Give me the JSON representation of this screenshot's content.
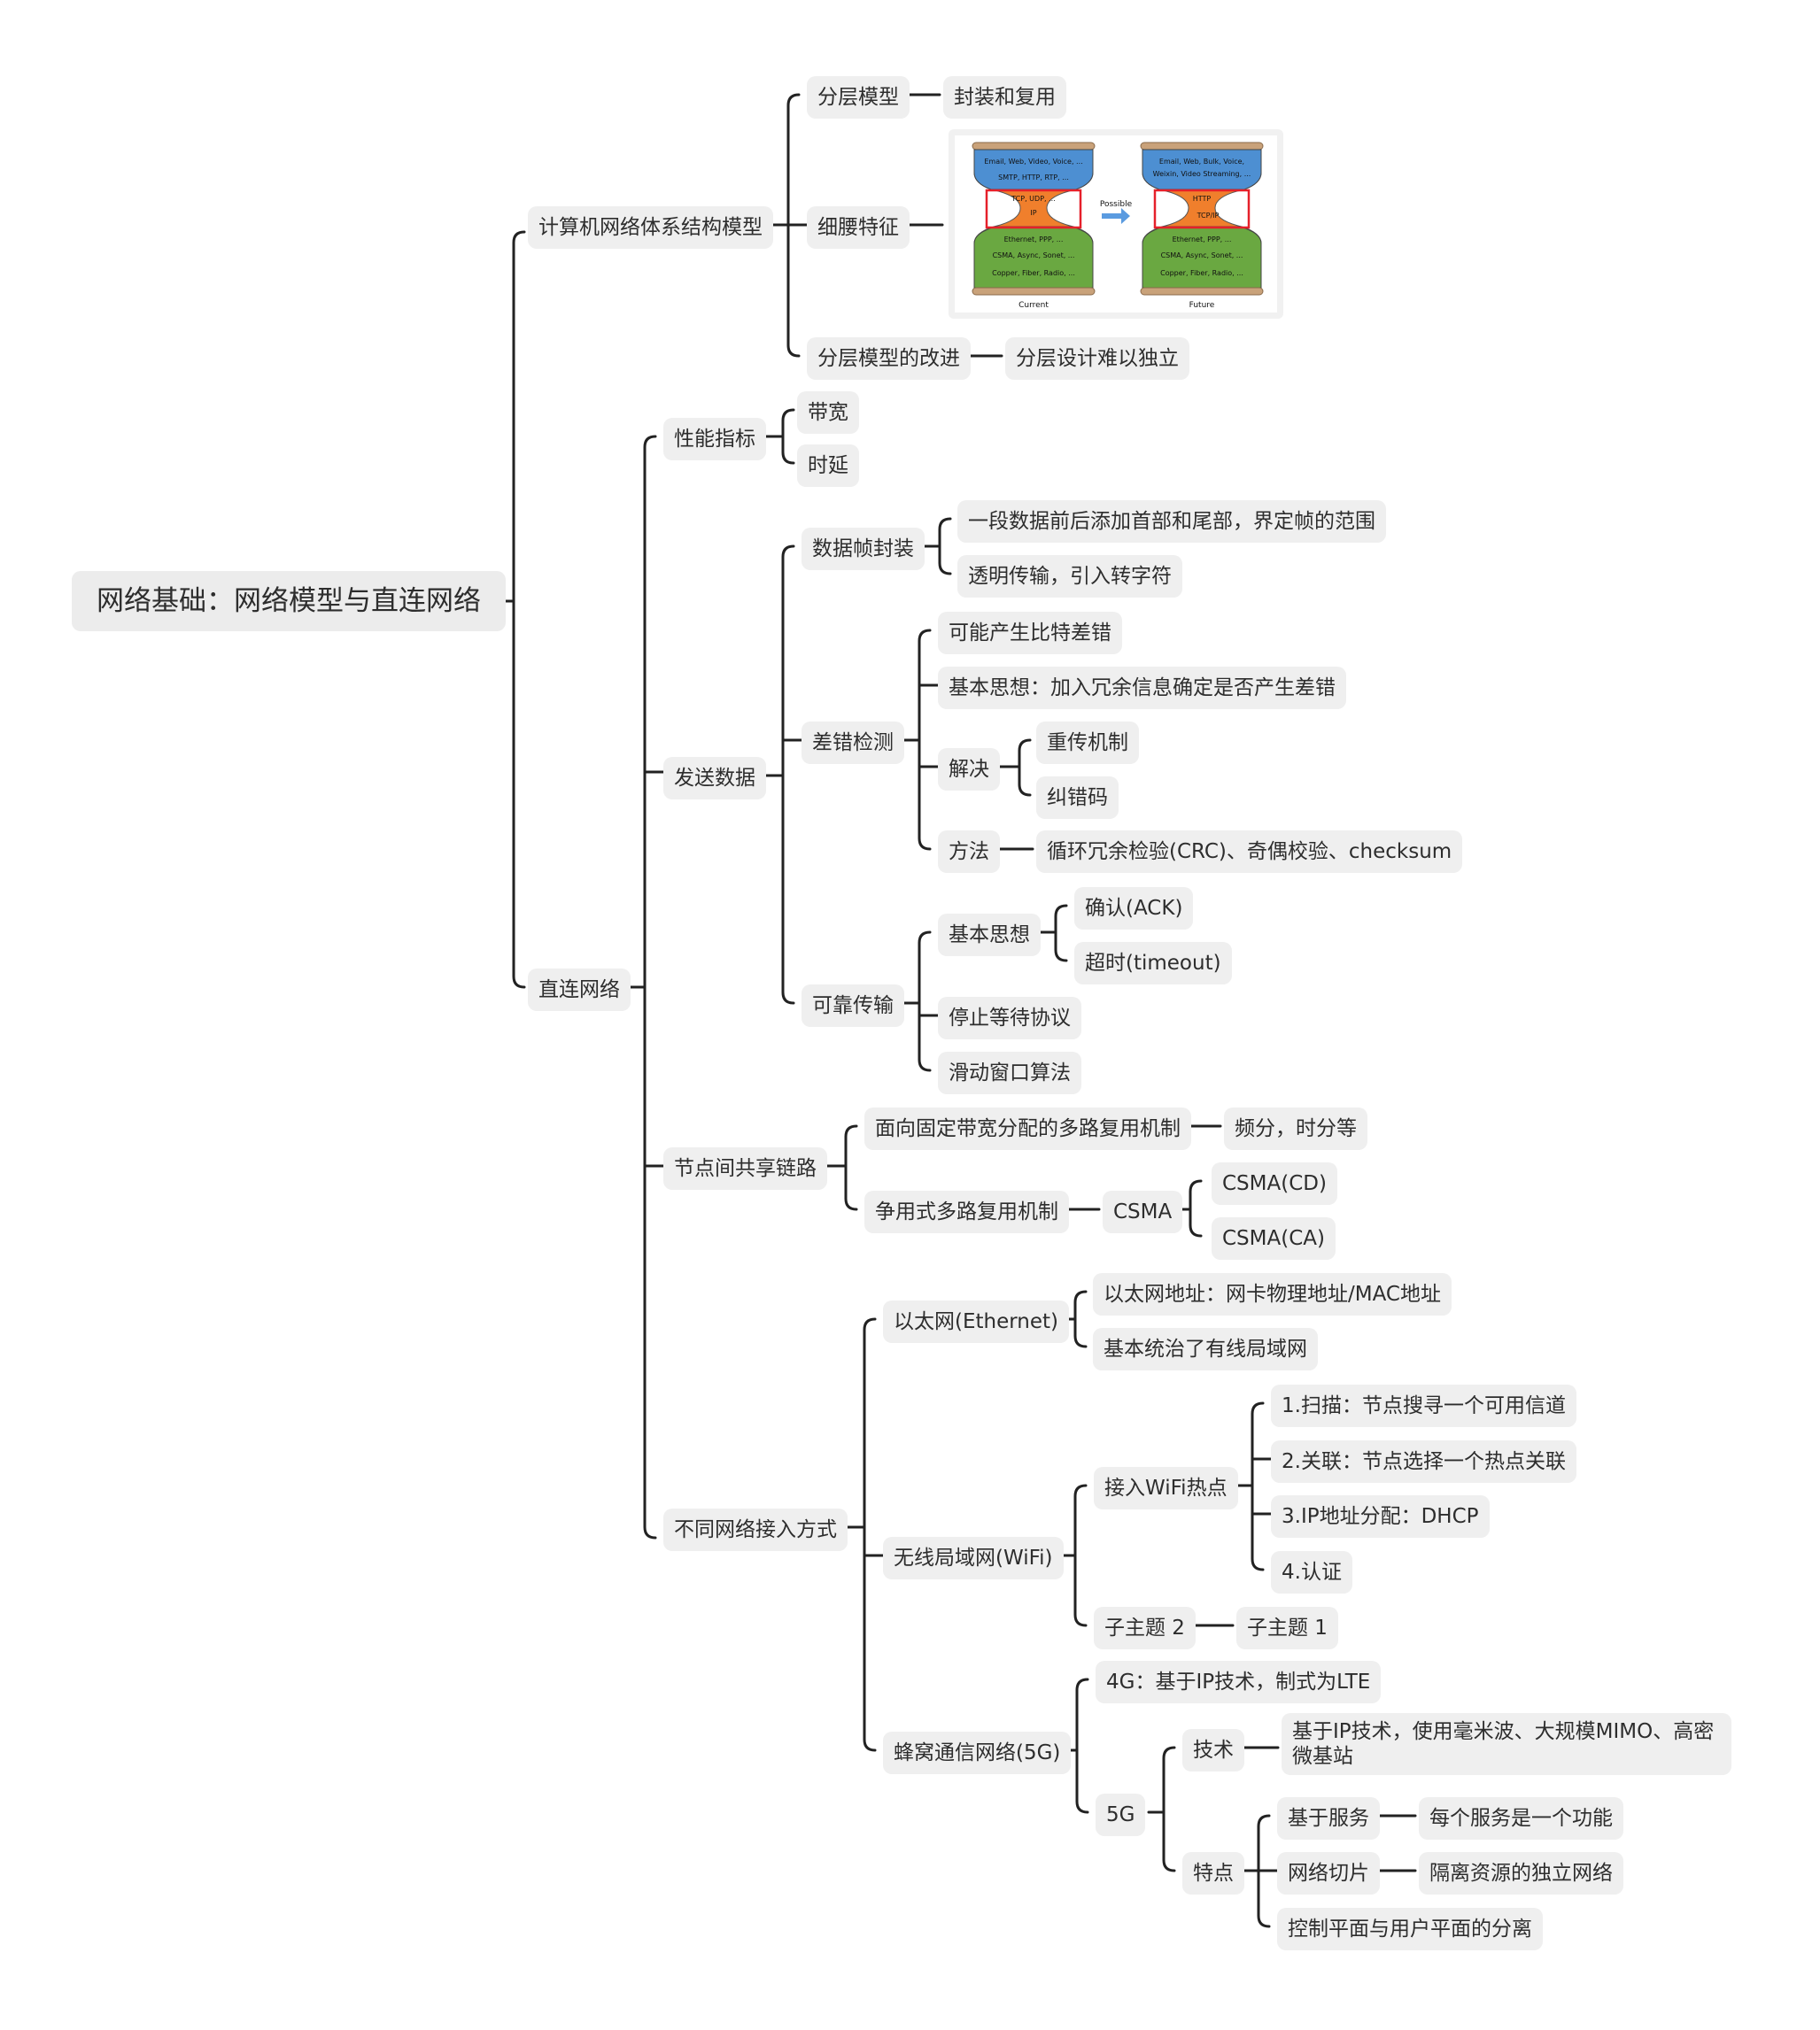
{
  "root": "网络基础：网络模型与直连网络",
  "arch": {
    "title": "计算机网络体系结构模型",
    "layer_model": "分层模型",
    "encapsulation": "封装和复用",
    "waist": "细腰特征",
    "improve": "分层模型的改进",
    "improve_leaf": "分层设计难以独立"
  },
  "hourglass": {
    "current": {
      "app1": "Email,  Web,  Video, Voice, ...",
      "app2": "SMTP,  HTTP,  RTP, ...",
      "transport": "TCP, UDP, ...",
      "network": "IP",
      "link": "Ethernet,  PPP, ...",
      "phy1": "CSMA,  Async,  Sonet, ...",
      "phy2": "Copper,  Fiber,  Radio, ...",
      "label": "Current"
    },
    "arrow_label": "Possible",
    "future": {
      "app1": "Email,  Web,  Bulk,  Voice,",
      "app2": "Weixin,  Video Streaming, ...",
      "transport": "HTTP",
      "network": "TCP/IP",
      "link": "Ethernet,  PPP, ...",
      "phy1": "CSMA,  Async,  Sonet, ...",
      "phy2": "Copper,  Fiber,  Radio, ...",
      "label": "Future"
    }
  },
  "direct": {
    "title": "直连网络",
    "perf": {
      "title": "性能指标",
      "bandwidth": "带宽",
      "latency": "时延"
    },
    "send": {
      "title": "发送数据",
      "frame": {
        "title": "数据帧封装",
        "c1": "一段数据前后添加首部和尾部，界定帧的范围",
        "c2": "透明传输，引入转字符"
      },
      "error": {
        "title": "差错检测",
        "c1": "可能产生比特差错",
        "c2": "基本思想：加入冗余信息确定是否产生差错",
        "solve": "解决",
        "retrans": "重传机制",
        "ecc": "纠错码",
        "method": "方法",
        "method_leaf": "循环冗余检验(CRC)、奇偶校验、checksum"
      },
      "reliable": {
        "title": "可靠传输",
        "idea": "基本思想",
        "ack": "确认(ACK)",
        "timeout": "超时(timeout)",
        "stopwait": "停止等待协议",
        "sliding": "滑动窗口算法"
      }
    },
    "shared": {
      "title": "节点间共享链路",
      "fixed": "面向固定带宽分配的多路复用机制",
      "fixed_leaf": "频分，时分等",
      "contend": "争用式多路复用机制",
      "csma": "CSMA",
      "cd": "CSMA(CD)",
      "ca": "CSMA(CA)"
    },
    "access": {
      "title": "不同网络接入方式",
      "ethernet": "以太网(Ethernet)",
      "eth_addr": "以太网地址：网卡物理地址/MAC地址",
      "eth_lan": "基本统治了有线局域网",
      "wifi": "无线局域网(WiFi)",
      "hotspot": "接入WiFi热点",
      "s1": "1.扫描：节点搜寻一个可用信道",
      "s2": "2.关联：节点选择一个热点关联",
      "s3": "3.IP地址分配：DHCP",
      "s4": "4.认证",
      "sub2": "子主题 2",
      "sub1": "子主题 1",
      "cellular": "蜂窝通信网络(5G)",
      "g4": "4G：基于IP技术，制式为LTE",
      "g5": "5G",
      "tech": "技术",
      "tech_leaf": "基于IP技术，使用毫米波、大规模MIMO、高密微基站",
      "feature": "特点",
      "svc": "基于服务",
      "svc_leaf": "每个服务是一个功能",
      "slice": "网络切片",
      "slice_leaf": "隔离资源的独立网络",
      "plane": "控制平面与用户平面的分离"
    }
  }
}
